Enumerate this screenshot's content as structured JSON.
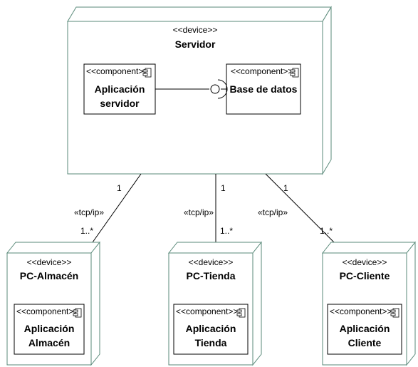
{
  "server": {
    "stereotype": "<<device>>",
    "name": "Servidor",
    "components": [
      {
        "stereotype": "<<component>>",
        "name_line1": "Aplicación",
        "name_line2": "servidor"
      },
      {
        "stereotype": "<<component>>",
        "name_line1": "Base de datos",
        "name_line2": ""
      }
    ]
  },
  "clients": [
    {
      "stereotype": "<<device>>",
      "name": "PC-Almacén",
      "component": {
        "stereotype": "<<component>>",
        "name_line1": "Aplicación",
        "name_line2": "Almacén"
      },
      "link": {
        "protocol": "«tcp/ip»",
        "mult_server": "1",
        "mult_client": "1..*"
      }
    },
    {
      "stereotype": "<<device>>",
      "name": "PC-Tienda",
      "component": {
        "stereotype": "<<component>>",
        "name_line1": "Aplicación",
        "name_line2": "Tienda"
      },
      "link": {
        "protocol": "«tcp/ip»",
        "mult_server": "1",
        "mult_client": "1..*"
      }
    },
    {
      "stereotype": "<<device>>",
      "name": "PC-Cliente",
      "component": {
        "stereotype": "<<component>>",
        "name_line1": "Aplicación",
        "name_line2": "Cliente"
      },
      "link": {
        "protocol": "«tcp/ip»",
        "mult_server": "1",
        "mult_client": "1..*"
      }
    }
  ],
  "colors": {
    "node_border": "#5a8a7a",
    "line": "#000000"
  }
}
